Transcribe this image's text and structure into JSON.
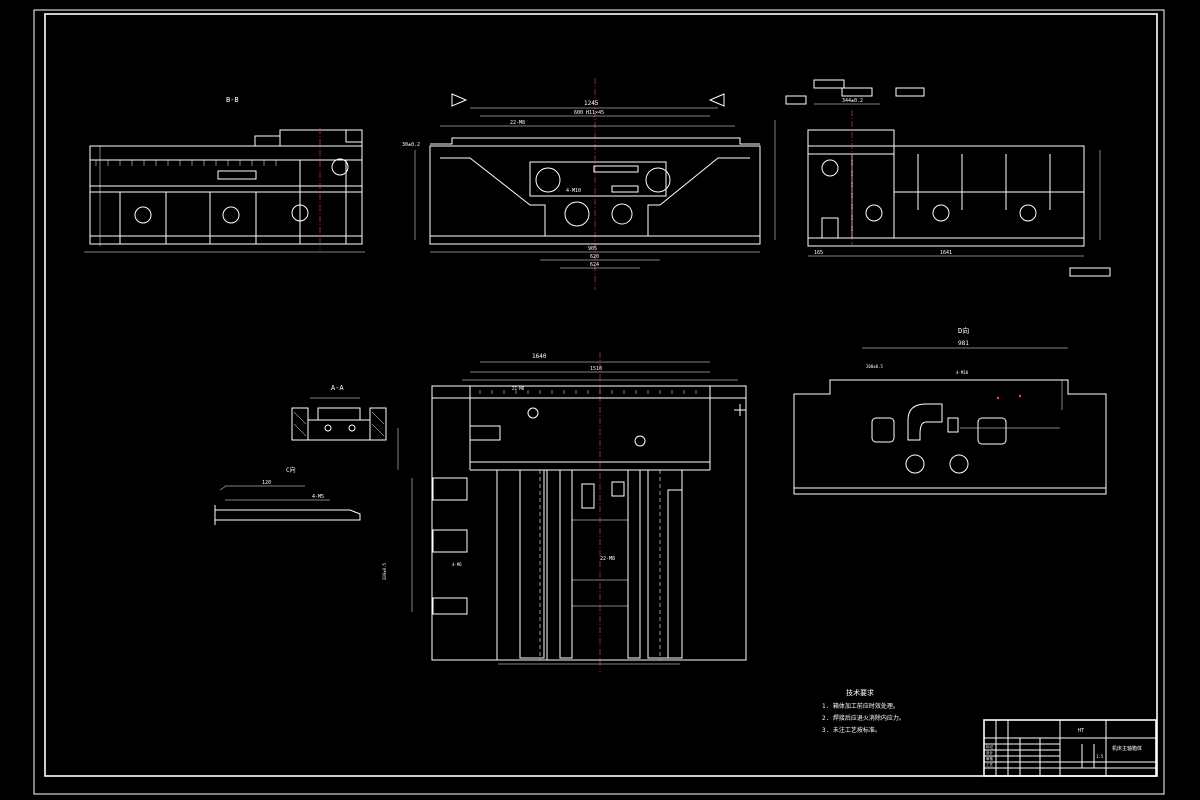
{
  "views": {
    "bb_title": "B-B",
    "aa_title": "A-A",
    "c_title": "C向",
    "d_title": "D向"
  },
  "dims": {
    "front_top": "1245",
    "front_sub": "600 H11×45",
    "front_holes": "22-M8",
    "front_left": "30±0.2",
    "front_hole_label": "4-M10",
    "front_base": "905",
    "front_base2": "620",
    "front_base3": "624",
    "right_dim1": "344±0.2",
    "right_bottom": "1641",
    "right_bottom2": "165",
    "plan_top": "1640",
    "plan_sub": "1510",
    "plan_holes": "22-M8",
    "plan_side": "200±0.5",
    "plan_mid": "22-M8",
    "plan_hole2": "4-M6",
    "d_top": "981",
    "d_sub": "200±0.5",
    "d_holes": "4-M10",
    "c_dim": "120",
    "c_holes": "4-M5"
  },
  "notes": {
    "heading": "技术要求",
    "items": [
      "1. 箱体加工前应时效处理。",
      "2. 焊接后应退火消除内应力。",
      "3. 未注工艺按标准。"
    ]
  },
  "title_block": {
    "part_name": "机床主轴箱体",
    "material": "HT",
    "scale": "1:5",
    "rows": [
      "标记",
      "设计",
      "审核",
      "工艺"
    ]
  },
  "colors": {
    "background": "#000000",
    "lines": "#ffffff",
    "centerline": "#ff4040"
  }
}
